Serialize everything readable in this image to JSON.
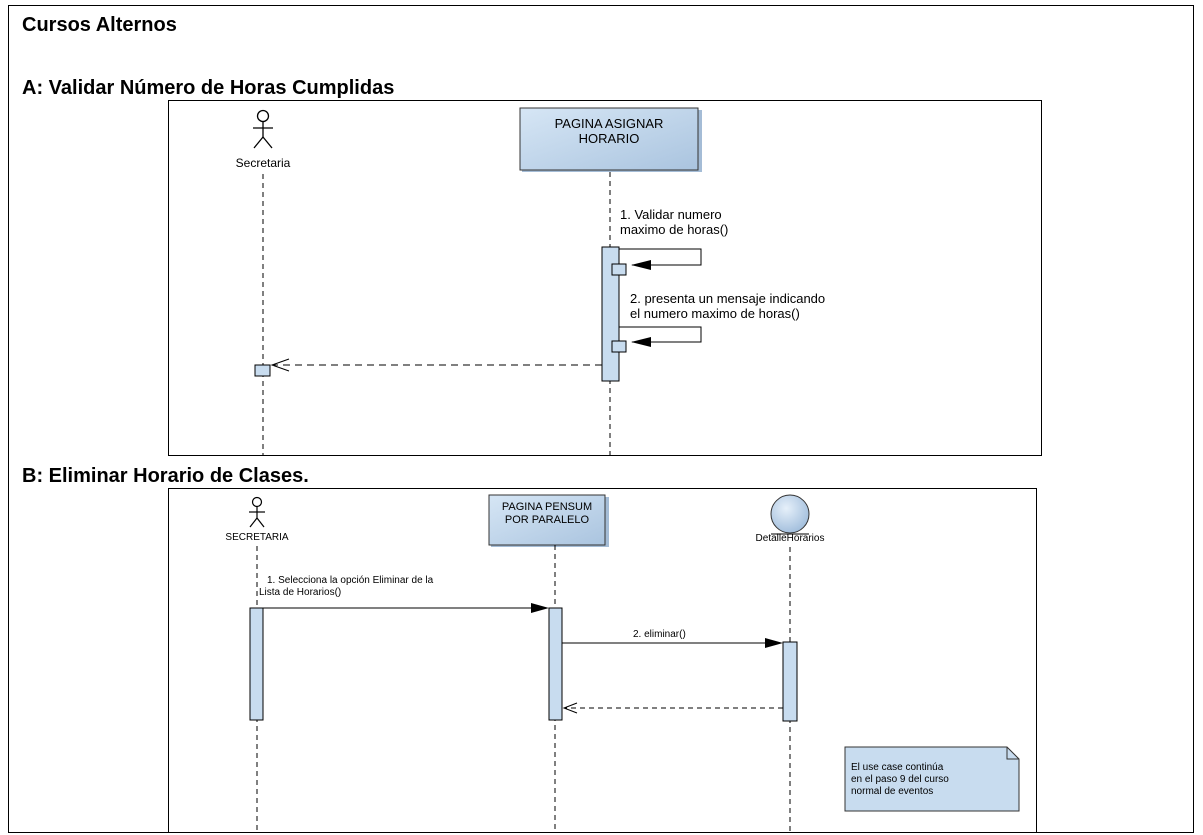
{
  "section_title": "Cursos Alternos",
  "diagram_a": {
    "heading": "A: Validar Número de Horas Cumplidas",
    "actor_label": "Secretaria",
    "page_label_line1": "PAGINA ASIGNAR",
    "page_label_line2": "HORARIO",
    "msg1_line1": "1. Validar numero",
    "msg1_line2": "maximo de horas()",
    "msg2_line1": "2. presenta un mensaje indicando",
    "msg2_line2": "el numero maximo de horas()"
  },
  "diagram_b": {
    "heading": "B: Eliminar Horario de Clases.",
    "actor_label": "SECRETARIA",
    "page_label_line1": "PAGINA PENSUM",
    "page_label_line2": "POR PARALELO",
    "entity_label": "DetalleHorarios",
    "msg1_line1": "1. Selecciona la opción Eliminar de la",
    "msg1_line2": "Lista de Horarios()",
    "msg2": "2. eliminar()",
    "note_line1": "El use case continúa",
    "note_line2": "en el paso 9 del curso",
    "note_line3": "normal de eventos"
  },
  "colors": {
    "lifeline_box": "#c8dcef",
    "activation": "#c8dcef",
    "note": "#c8dcef",
    "stroke": "#000000"
  }
}
